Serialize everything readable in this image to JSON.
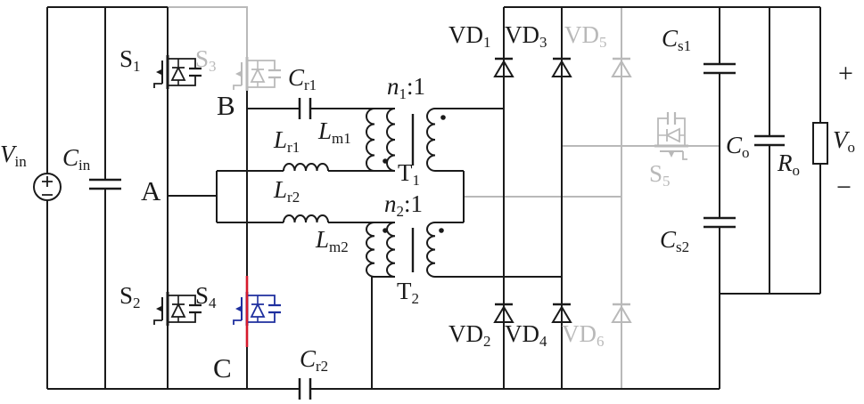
{
  "colors": {
    "wire": "#1a1a1a",
    "inactive": "#b9b9b9",
    "switch_highlight": "#1e2f9e",
    "line_highlight": "#d6192b"
  },
  "labels": {
    "vin": {
      "main": "V",
      "sub": "in"
    },
    "cin": {
      "main": "C",
      "sub": "in"
    },
    "s1": {
      "main": "S",
      "sub": "1"
    },
    "s2": {
      "main": "S",
      "sub": "2"
    },
    "s3": {
      "main": "S",
      "sub": "3"
    },
    "s4": {
      "main": "S",
      "sub": "4"
    },
    "s5": {
      "main": "S",
      "sub": "5"
    },
    "node_a": {
      "main": "A"
    },
    "node_b": {
      "main": "B"
    },
    "node_c": {
      "main": "C"
    },
    "cr1": {
      "main": "C",
      "sub": "r1"
    },
    "cr2": {
      "main": "C",
      "sub": "r2"
    },
    "lr1": {
      "main": "L",
      "sub": "r1"
    },
    "lr2": {
      "main": "L",
      "sub": "r2"
    },
    "lm1": {
      "main": "L",
      "sub": "m1"
    },
    "lm2": {
      "main": "L",
      "sub": "m2"
    },
    "n1": {
      "main": "n",
      "sub": "1",
      "suffix": ":1"
    },
    "n2": {
      "main": "n",
      "sub": "2",
      "suffix": ":1"
    },
    "t1": {
      "main": "T",
      "sub": "1"
    },
    "t2": {
      "main": "T",
      "sub": "2"
    },
    "vd1": {
      "main": "VD",
      "sub": "1"
    },
    "vd2": {
      "main": "VD",
      "sub": "2"
    },
    "vd3": {
      "main": "VD",
      "sub": "3"
    },
    "vd4": {
      "main": "VD",
      "sub": "4"
    },
    "vd5": {
      "main": "VD",
      "sub": "5"
    },
    "vd6": {
      "main": "VD",
      "sub": "6"
    },
    "cs1": {
      "main": "C",
      "sub": "s1"
    },
    "cs2": {
      "main": "C",
      "sub": "s2"
    },
    "co": {
      "main": "C",
      "sub": "o"
    },
    "ro": {
      "main": "R",
      "sub": "o"
    },
    "vo": {
      "main": "V",
      "sub": "o"
    },
    "out_plus": {
      "main": "+"
    },
    "out_minus": {
      "main": "−"
    }
  }
}
